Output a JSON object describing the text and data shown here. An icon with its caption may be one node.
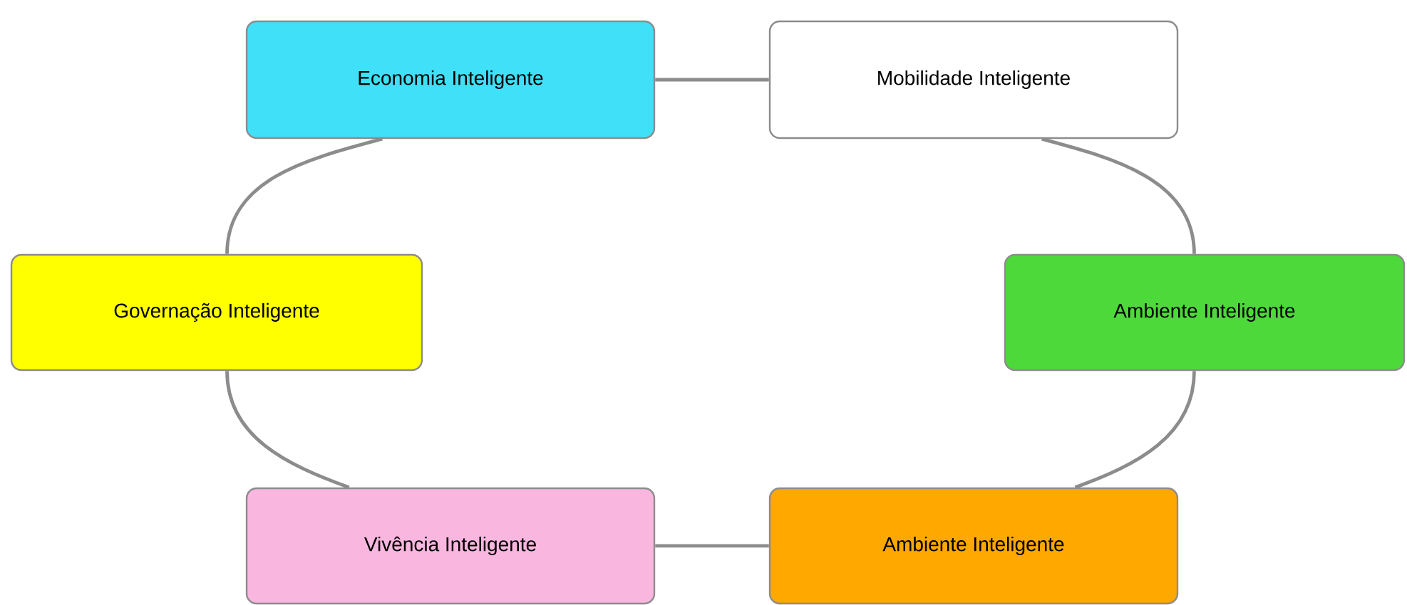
{
  "diagram": {
    "nodes": [
      {
        "text": [
          "Economia Inteligente"
        ]
      },
      {
        "text": [
          "Mobilidade Inteligente"
        ]
      },
      {
        "text": [
          "Governação Inteligente"
        ]
      },
      {
        "text": [
          "Ambiente Inteligente"
        ]
      },
      {
        "text": [
          "Vivência Inteligente"
        ]
      },
      {
        "text": [
          "Ambiente Inteligente"
        ]
      }
    ],
    "edges": [
      {
        "from": 0,
        "to": 1,
        "arrow": "none"
      },
      {
        "from": 1,
        "to": 3,
        "arrow": "none"
      },
      {
        "from": 3,
        "to": 5,
        "arrow": "none"
      },
      {
        "from": 5,
        "to": 4,
        "arrow": "none"
      },
      {
        "from": 4,
        "to": 2,
        "arrow": "none"
      },
      {
        "from": 2,
        "to": 0,
        "arrow": "none"
      }
    ]
  }
}
